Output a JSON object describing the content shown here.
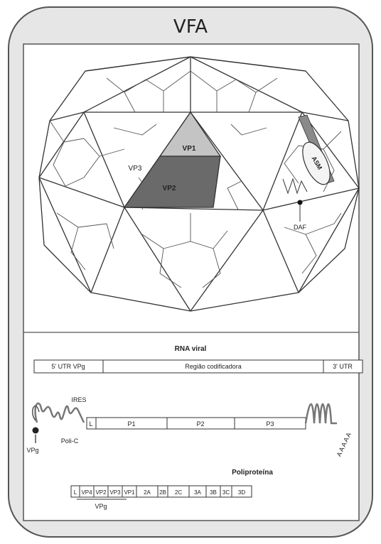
{
  "title": "VFA",
  "capsid": {
    "vp1": "VP1",
    "vp2": "VP2",
    "vp3": "VP3",
    "receptor": "DAF",
    "antibody": "ASM"
  },
  "rna_title": "RNA viral",
  "rna_bar": {
    "left": "5' UTR VPg",
    "center": "Região codificadora",
    "right": "3' UTR"
  },
  "genome_labels": {
    "ires": "IRES",
    "vpg": "VPg",
    "polyc": "Poli-C"
  },
  "orf_segments": [
    "L",
    "P1",
    "P2",
    "P3"
  ],
  "polyA": "A A A A A",
  "polyprotein_title": "Poliproteína",
  "polyprotein_segments": [
    "L",
    "VP4",
    "VP2",
    "VP3",
    "VP1",
    "2A",
    "2B",
    "2C",
    "3A",
    "3B",
    "3C",
    "3D"
  ],
  "polyprotein_group": "VPg"
}
